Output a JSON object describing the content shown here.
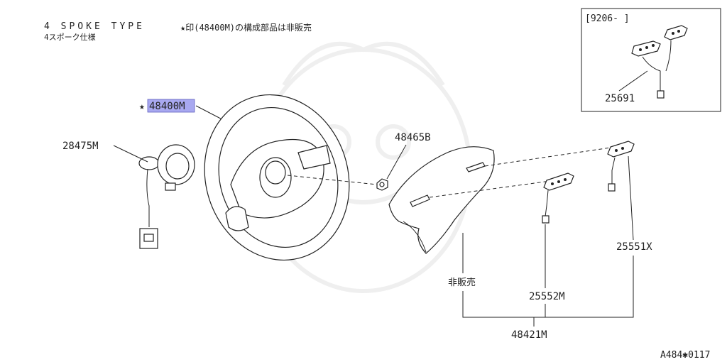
{
  "header": {
    "line1": "4 SPOKE TYPE",
    "line2": "4スポーク仕様",
    "note": "★印(48400M)の構成部品は非販売"
  },
  "inset": {
    "label": "[9206-    ]",
    "part": "25691"
  },
  "parts": {
    "steering_wheel": "48400M",
    "steering_wheel_star": "★",
    "clock_spring": "28475M",
    "nut": "48465B",
    "switch_right": "25551X",
    "switch_center": "25552M",
    "pad_assy": "48421M",
    "not_sold": "非販売"
  },
  "footer": {
    "code": "A484✱0117"
  },
  "colors": {
    "highlight": "#a8a8f0",
    "line": "#222222"
  }
}
